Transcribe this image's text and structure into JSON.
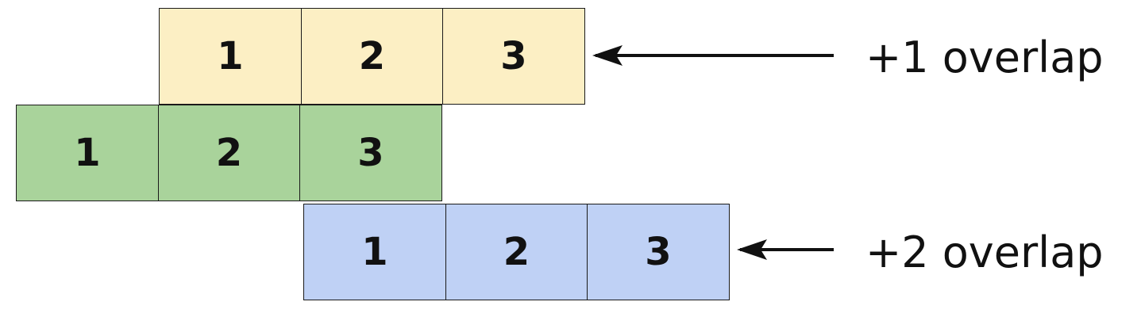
{
  "colors": {
    "yellow": "#fcefc4",
    "green": "#a9d39b",
    "blue": "#bfd1f5",
    "arrow": "#111111"
  },
  "rows": [
    {
      "name": "yellow",
      "cells": [
        "1",
        "2",
        "3"
      ]
    },
    {
      "name": "green",
      "cells": [
        "1",
        "2",
        "3"
      ]
    },
    {
      "name": "blue",
      "cells": [
        "1",
        "2",
        "3"
      ]
    }
  ],
  "annotations": {
    "top": "+1 overlap",
    "bottom": "+2 overlap"
  }
}
